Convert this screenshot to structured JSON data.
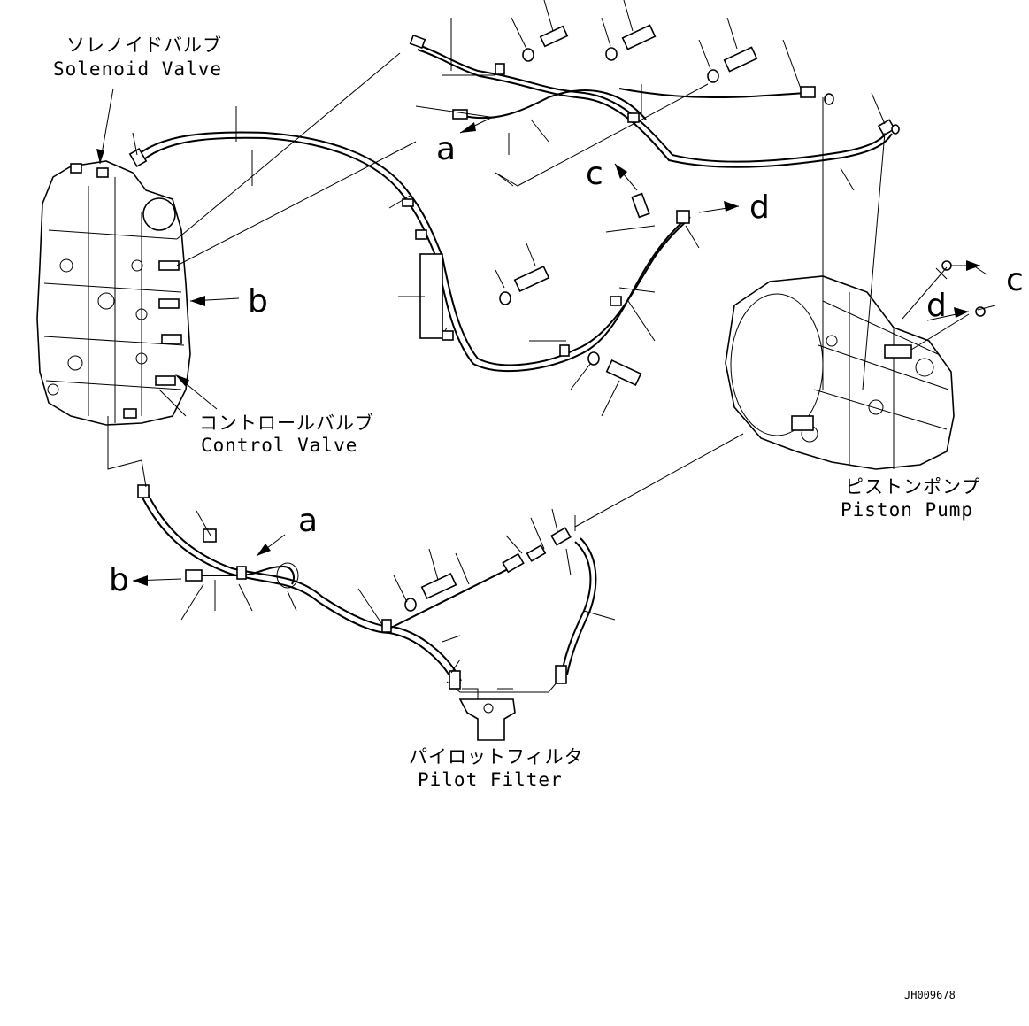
{
  "labels": {
    "solenoid_valve_jp": "ソレノイドバルブ",
    "solenoid_valve_en": "Solenoid Valve",
    "control_valve_jp": "コントロールバルブ",
    "control_valve_en": "Control Valve",
    "piston_pump_jp": "ピストンポンプ",
    "piston_pump_en": "Piston Pump",
    "pilot_filter_jp": "パイロットフィルタ",
    "pilot_filter_en": "Pilot Filter"
  },
  "connection_markers": {
    "a_upper": "a",
    "a_lower": "a",
    "b_upper": "b",
    "b_lower": "b",
    "c_upper": "c",
    "c_right": "c",
    "d_upper": "d",
    "d_right": "d"
  },
  "doc_id": "JH009678"
}
